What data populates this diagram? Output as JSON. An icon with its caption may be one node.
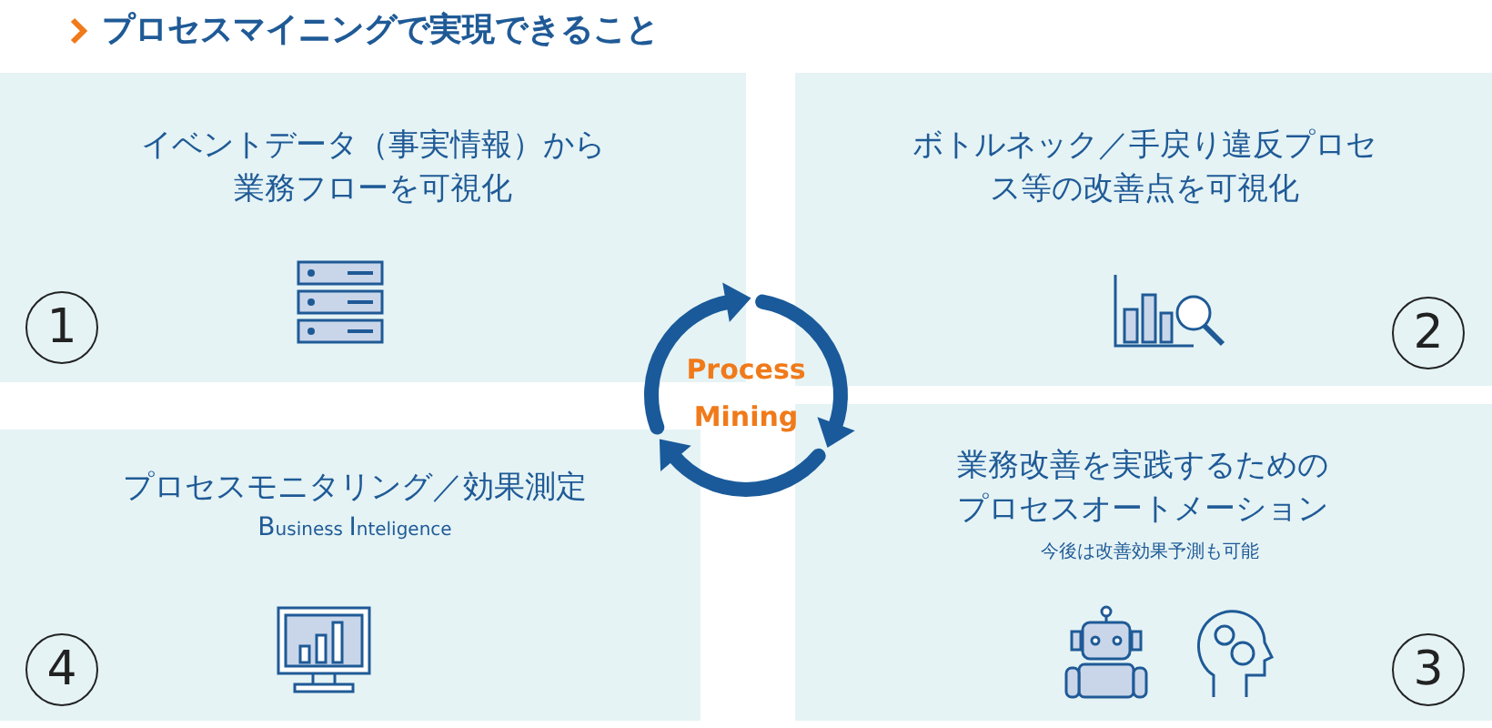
{
  "diagram": {
    "title": "プロセスマイニングで実現できること",
    "nodes": [
      {
        "text": [
          "イベントデータ（事実情報）から業務フローを可視化"
        ]
      },
      {
        "text": [
          "ボトルネック／手戻り違反プロセス等の改善点を可視化"
        ]
      },
      {
        "text": [
          "Process Mining"
        ]
      },
      {
        "text": [
          "プロセスモニタリング／効果測定",
          "Business Inteligence"
        ]
      },
      {
        "text": [
          "業務改善を実践するためのプロセスオートメーション",
          "今後は改善効果予測も可能"
        ]
      }
    ],
    "edges": [],
    "labels": [
      "1",
      "2",
      "4",
      "3"
    ]
  }
}
